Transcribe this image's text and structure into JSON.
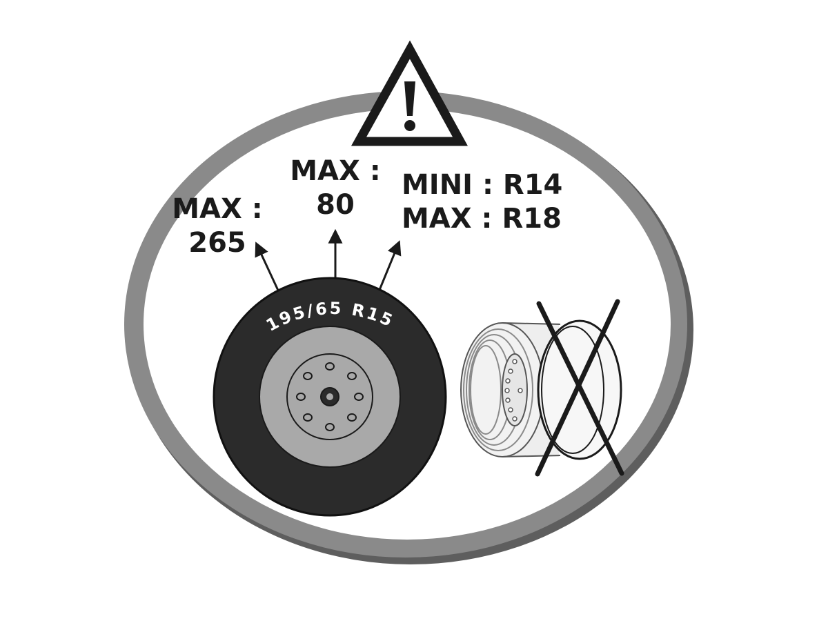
{
  "labels": {
    "width_title": "MAX :",
    "width_value": "265",
    "profile_title": "MAX :",
    "profile_value": "80",
    "rim_min": "MINI : R14",
    "rim_max": "MAX : R18"
  },
  "tire_marking": "195/65 R15",
  "colors": {
    "frame_gray": "#808080",
    "frame_shadow": "#5e5e5e",
    "tire_black": "#2b2b2b",
    "rim_gray": "#a9a9a9",
    "ink": "#1a1a1a"
  }
}
